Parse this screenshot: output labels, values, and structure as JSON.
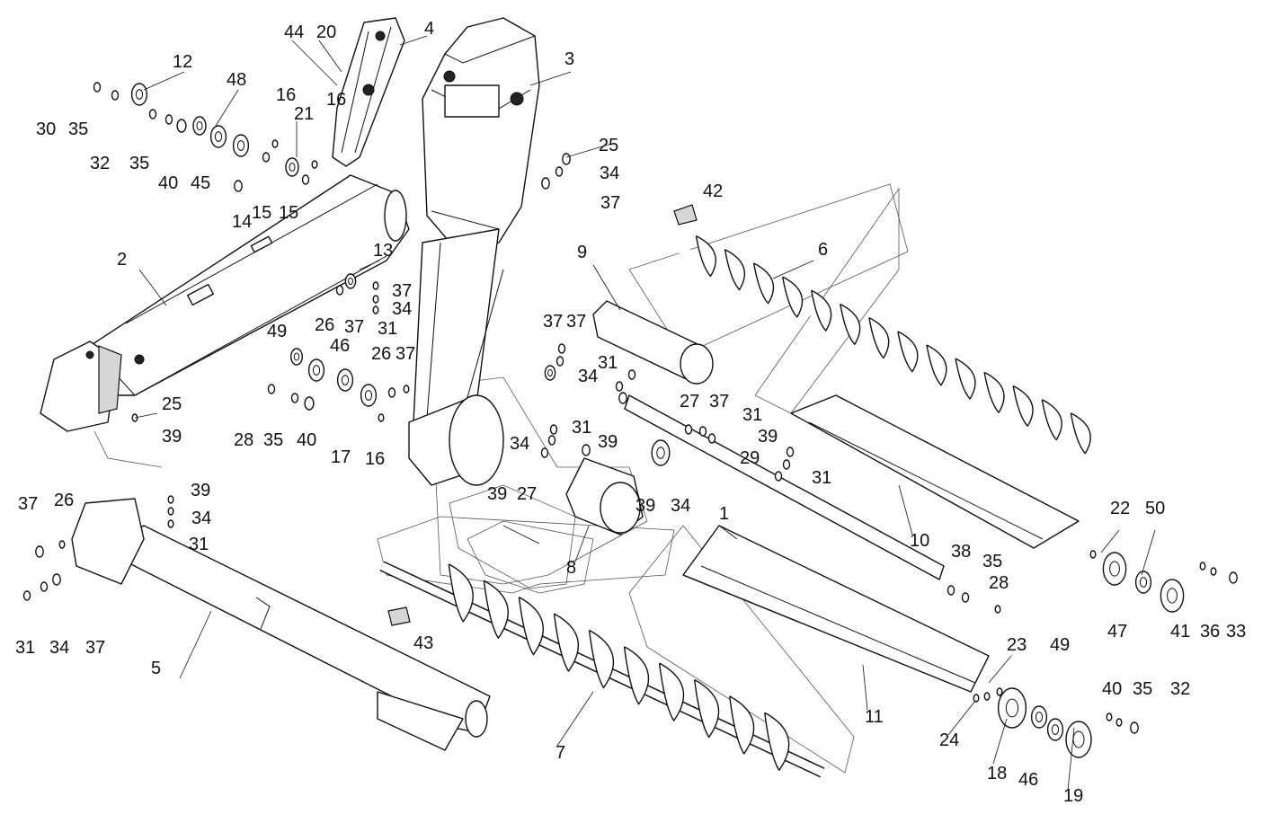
{
  "callouts": [
    {
      "id": "c1",
      "text": "1"
    },
    {
      "id": "c2",
      "text": "2"
    },
    {
      "id": "c3",
      "text": "3"
    },
    {
      "id": "c4",
      "text": "4"
    },
    {
      "id": "c5",
      "text": "5"
    },
    {
      "id": "c6",
      "text": "6"
    },
    {
      "id": "c7",
      "text": "7"
    },
    {
      "id": "c8",
      "text": "8"
    },
    {
      "id": "c9",
      "text": "9"
    },
    {
      "id": "c10",
      "text": "10"
    },
    {
      "id": "c11",
      "text": "11"
    },
    {
      "id": "c12",
      "text": "12"
    },
    {
      "id": "c13",
      "text": "13"
    },
    {
      "id": "c14",
      "text": "14"
    },
    {
      "id": "c15a",
      "text": "15"
    },
    {
      "id": "c15b",
      "text": "15"
    },
    {
      "id": "c16a",
      "text": "16"
    },
    {
      "id": "c16b",
      "text": "16"
    },
    {
      "id": "c16c",
      "text": "16"
    },
    {
      "id": "c17",
      "text": "17"
    },
    {
      "id": "c18",
      "text": "18"
    },
    {
      "id": "c19",
      "text": "19"
    },
    {
      "id": "c20",
      "text": "20"
    },
    {
      "id": "c21",
      "text": "21"
    },
    {
      "id": "c22",
      "text": "22"
    },
    {
      "id": "c23",
      "text": "23"
    },
    {
      "id": "c24",
      "text": "24"
    },
    {
      "id": "c25a",
      "text": "25"
    },
    {
      "id": "c25b",
      "text": "25"
    },
    {
      "id": "c26a",
      "text": "26"
    },
    {
      "id": "c26b",
      "text": "26"
    },
    {
      "id": "c26c",
      "text": "26"
    },
    {
      "id": "c27a",
      "text": "27"
    },
    {
      "id": "c27b",
      "text": "27"
    },
    {
      "id": "c28a",
      "text": "28"
    },
    {
      "id": "c28b",
      "text": "28"
    },
    {
      "id": "c29",
      "text": "29"
    },
    {
      "id": "c30",
      "text": "30"
    },
    {
      "id": "c31a",
      "text": "31"
    },
    {
      "id": "c31b",
      "text": "31"
    },
    {
      "id": "c31c",
      "text": "31"
    },
    {
      "id": "c31d",
      "text": "31"
    },
    {
      "id": "c31e",
      "text": "31"
    },
    {
      "id": "c31f",
      "text": "31"
    },
    {
      "id": "c31g",
      "text": "31"
    },
    {
      "id": "c32a",
      "text": "32"
    },
    {
      "id": "c32b",
      "text": "32"
    },
    {
      "id": "c33",
      "text": "33"
    },
    {
      "id": "c34a",
      "text": "34"
    },
    {
      "id": "c34b",
      "text": "34"
    },
    {
      "id": "c34c",
      "text": "34"
    },
    {
      "id": "c34d",
      "text": "34"
    },
    {
      "id": "c34e",
      "text": "34"
    },
    {
      "id": "c34f",
      "text": "34"
    },
    {
      "id": "c34g",
      "text": "34"
    },
    {
      "id": "c35a",
      "text": "35"
    },
    {
      "id": "c35b",
      "text": "35"
    },
    {
      "id": "c35c",
      "text": "35"
    },
    {
      "id": "c35d",
      "text": "35"
    },
    {
      "id": "c35e",
      "text": "35"
    },
    {
      "id": "c36",
      "text": "36"
    },
    {
      "id": "c37a",
      "text": "37"
    },
    {
      "id": "c37b",
      "text": "37"
    },
    {
      "id": "c37c",
      "text": "37"
    },
    {
      "id": "c37d",
      "text": "37"
    },
    {
      "id": "c37e",
      "text": "37"
    },
    {
      "id": "c37f",
      "text": "37"
    },
    {
      "id": "c37g",
      "text": "37"
    },
    {
      "id": "c37h",
      "text": "37"
    },
    {
      "id": "c37i",
      "text": "37"
    },
    {
      "id": "c38",
      "text": "38"
    },
    {
      "id": "c39a",
      "text": "39"
    },
    {
      "id": "c39b",
      "text": "39"
    },
    {
      "id": "c39c",
      "text": "39"
    },
    {
      "id": "c39d",
      "text": "39"
    },
    {
      "id": "c39e",
      "text": "39"
    },
    {
      "id": "c39f",
      "text": "39"
    },
    {
      "id": "c40a",
      "text": "40"
    },
    {
      "id": "c40b",
      "text": "40"
    },
    {
      "id": "c40c",
      "text": "40"
    },
    {
      "id": "c41",
      "text": "41"
    },
    {
      "id": "c42",
      "text": "42"
    },
    {
      "id": "c43",
      "text": "43"
    },
    {
      "id": "c44",
      "text": "44"
    },
    {
      "id": "c45",
      "text": "45"
    },
    {
      "id": "c46a",
      "text": "46"
    },
    {
      "id": "c46b",
      "text": "46"
    },
    {
      "id": "c47",
      "text": "47"
    },
    {
      "id": "c48",
      "text": "48"
    },
    {
      "id": "c49a",
      "text": "49"
    },
    {
      "id": "c49b",
      "text": "49"
    },
    {
      "id": "c50",
      "text": "50"
    }
  ]
}
